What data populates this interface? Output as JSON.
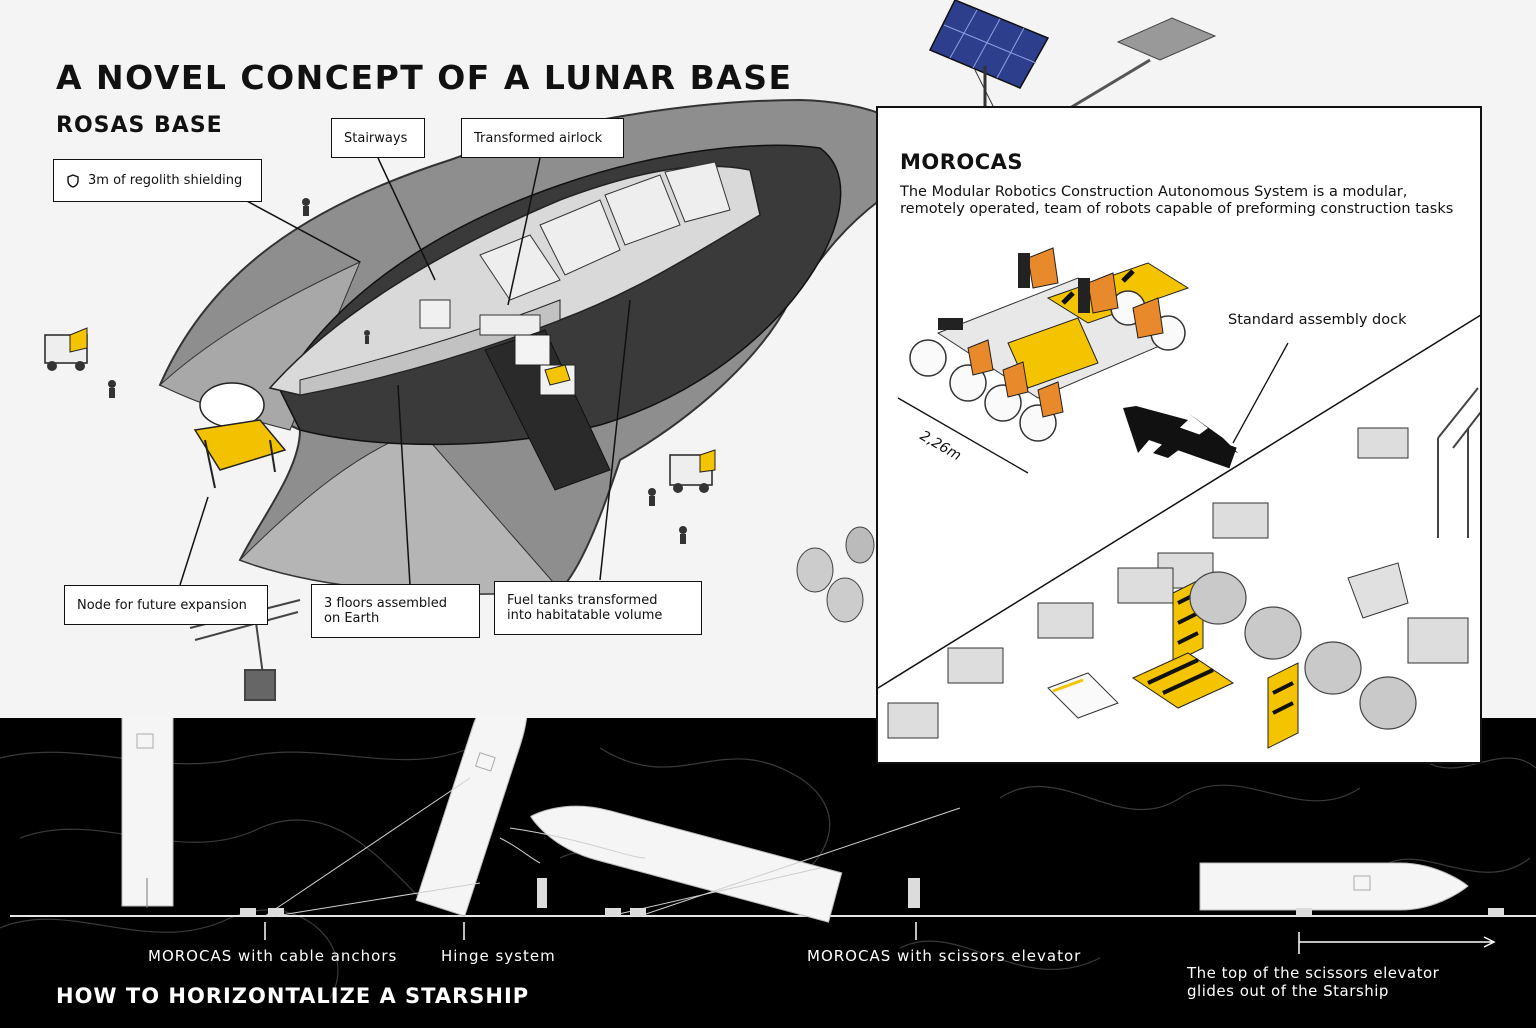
{
  "header": {
    "title": "A NOVEL CONCEPT OF A LUNAR BASE",
    "subtitle": "ROSAS BASE"
  },
  "labels": {
    "regolith": "3m of regolith shielding",
    "stairways": "Stairways",
    "airlock": "Transformed airlock",
    "node": "Node for future expansion",
    "floors_line1": "3 floors assembled",
    "floors_line2": "on Earth",
    "fuel_line1": "Fuel tanks transformed",
    "fuel_line2": "into habitatable volume"
  },
  "icons": {
    "regolith": "shield-icon"
  },
  "morocas_panel": {
    "title": "MOROCAS",
    "description": "The Modular Robotics Construction Autonomous System is a modular, remotely operated, team of robots capable of preforming construction tasks",
    "dock_label": "Standard assembly dock",
    "dimension": "2,26m"
  },
  "bottom": {
    "title": "HOW TO HORIZONTALIZE A STARSHIP",
    "cable_anchors": "MOROCAS with cable anchors",
    "hinge": "Hinge system",
    "scissors": "MOROCAS with scissors elevator",
    "note_line1": "The top of the scissors elevator",
    "note_line2": "glides out of the Starship"
  },
  "colors": {
    "background": "#f4f4f4",
    "dark_band": "#000000",
    "accent_yellow": "#f5c400",
    "accent_orange": "#e8892c",
    "solar_panel": "#2c3e8c"
  }
}
